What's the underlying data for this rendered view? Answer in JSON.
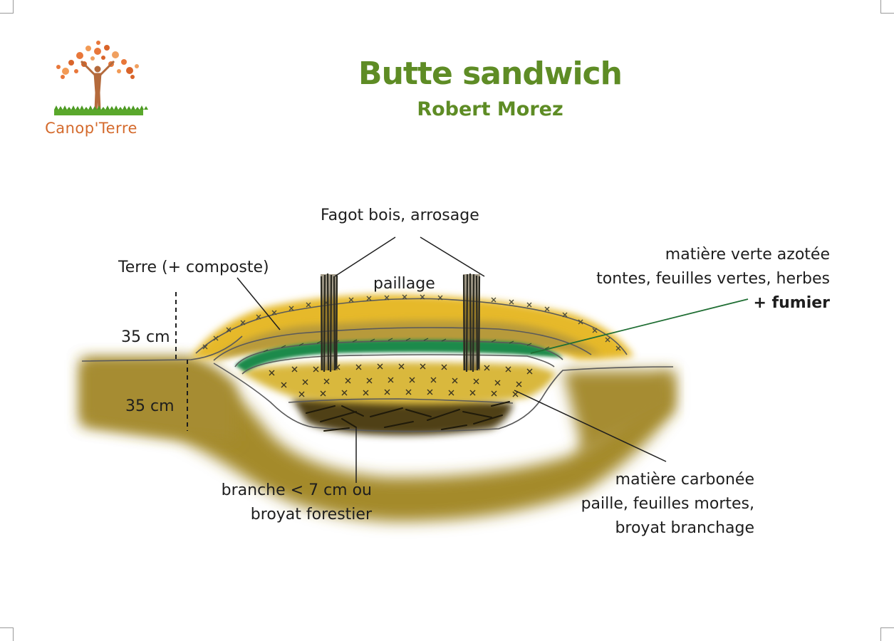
{
  "brand": {
    "name": "Canop'Terre"
  },
  "title": "Butte sandwich",
  "subtitle": "Robert Morez",
  "labels": {
    "fagot": "Fagot bois, arrosage",
    "terre": "Terre (+ composte)",
    "paillage": "paillage",
    "height_top": "35 cm",
    "height_bottom": "35 cm",
    "green_line1": "matière verte azotée",
    "green_line2": "tontes, feuilles vertes, herbes",
    "green_line3": "+ fumier",
    "branch_line1": "branche < 7 cm ou",
    "branch_line2": "broyat forestier",
    "carbon_line1": "matière carbonée",
    "carbon_line2": "paille, feuilles mortes,",
    "carbon_line3": "broyat branchage"
  },
  "colors": {
    "title_green": "#5e8c25",
    "brand_orange": "#d46a2c",
    "soil": "#a48a2c",
    "mulch_yellow": "#e6b92a",
    "nitrogen_green": "#1f8a4c",
    "leader_green": "#1f6e33"
  }
}
